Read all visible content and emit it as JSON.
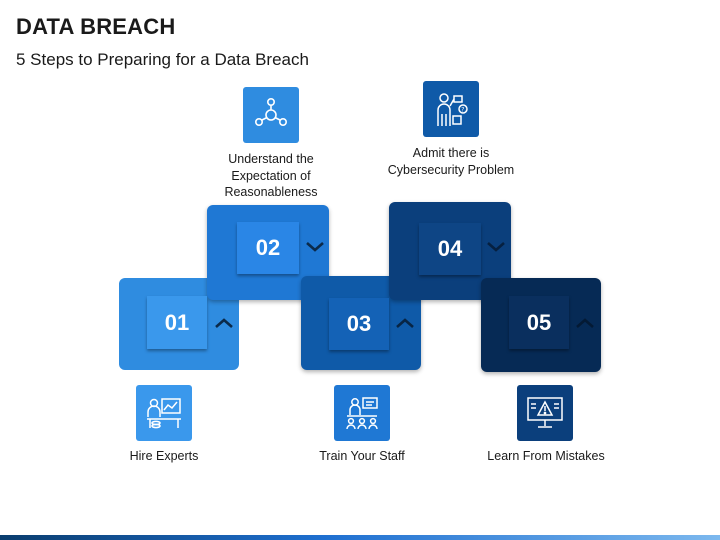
{
  "slide": {
    "title": "DATA BREACH",
    "subtitle": "5 Steps to Preparing for a Data Breach"
  },
  "steps": [
    {
      "number": "01",
      "label": "Hire Experts",
      "icon": "experts-workstation-icon",
      "color": "#2f8ce0"
    },
    {
      "number": "02",
      "label": "Understand the Expectation of Reasonableness",
      "icon": "network-nodes-icon",
      "color": "#1f78d4"
    },
    {
      "number": "03",
      "label": "Train Your Staff",
      "icon": "presentation-training-icon",
      "color": "#0f5aa8"
    },
    {
      "number": "04",
      "label": "Admit there is Cybersecurity Problem",
      "icon": "problem-thinking-icon",
      "color": "#0b3f7c"
    },
    {
      "number": "05",
      "label": "Learn From Mistakes",
      "icon": "warning-monitor-icon",
      "color": "#062a55"
    }
  ]
}
